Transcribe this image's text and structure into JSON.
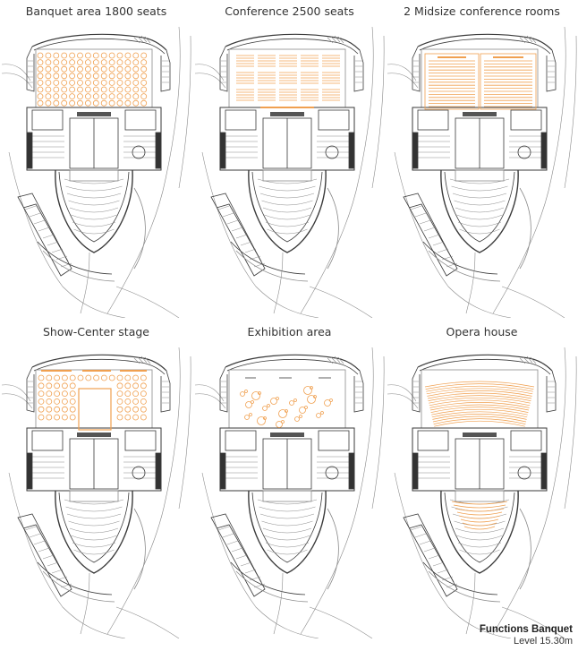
{
  "panels": [
    {
      "title": "Banquet area 1800 seats",
      "layout": "banquet"
    },
    {
      "title": "Conference 2500 seats",
      "layout": "conference"
    },
    {
      "title": "2 Midsize conference rooms",
      "layout": "midsize"
    },
    {
      "title": "Show-Center stage",
      "layout": "show"
    },
    {
      "title": "Exhibition area",
      "layout": "exhibition"
    },
    {
      "title": "Opera house",
      "layout": "opera"
    }
  ],
  "caption": {
    "title": "Functions Banquet",
    "subtitle": "Level 15.30m"
  },
  "colors": {
    "highlight": "#f0a050",
    "line": "#3a3a3a",
    "thin": "#8a8a8a"
  }
}
